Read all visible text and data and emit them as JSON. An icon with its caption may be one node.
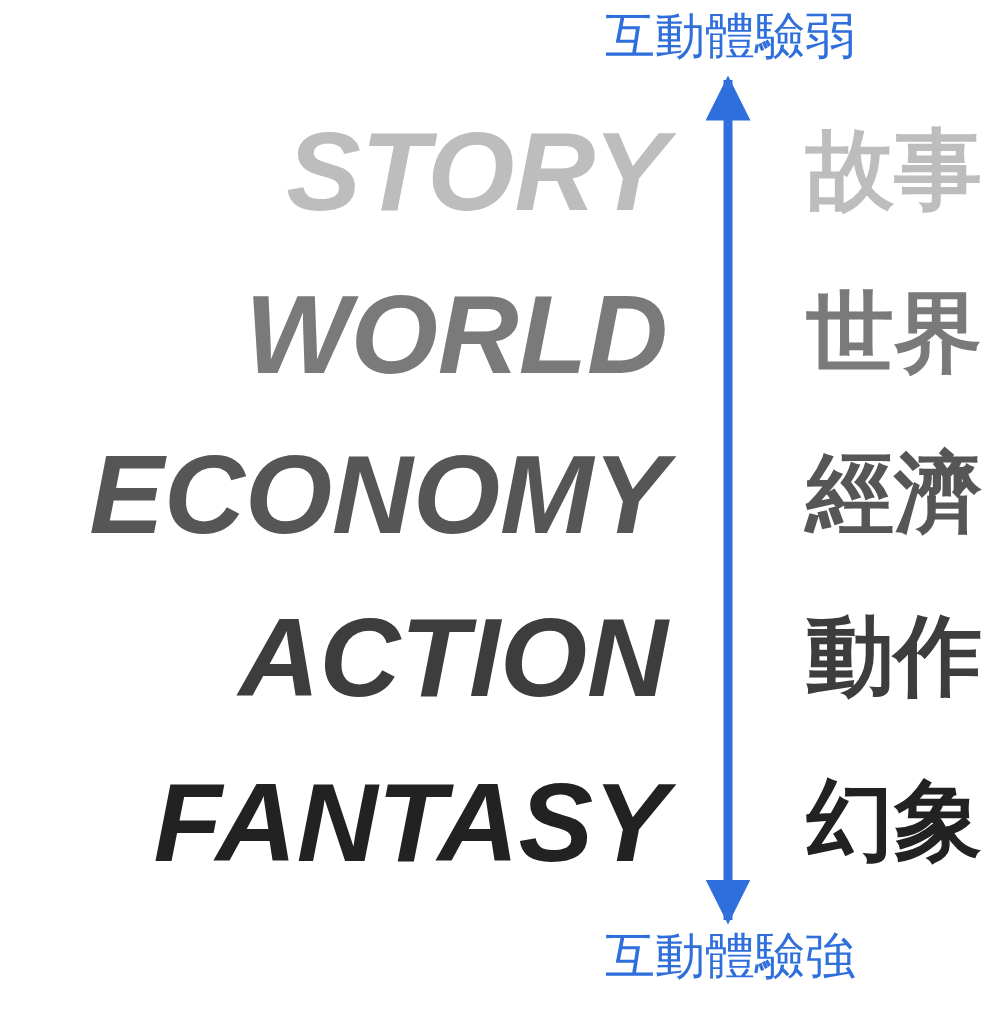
{
  "diagram": {
    "nodes": [
      {
        "text": [
          "互動體驗弱"
        ]
      },
      {
        "text": [
          "互動體驗強"
        ]
      }
    ],
    "edges": [
      {
        "from": 0,
        "to": 1,
        "arrow": "both"
      }
    ],
    "labels": [
      "STORY",
      "故事",
      "WORLD",
      "世界",
      "ECONOMY",
      "經濟",
      "ACTION",
      "動作",
      "FANTASY",
      "幻象"
    ]
  }
}
